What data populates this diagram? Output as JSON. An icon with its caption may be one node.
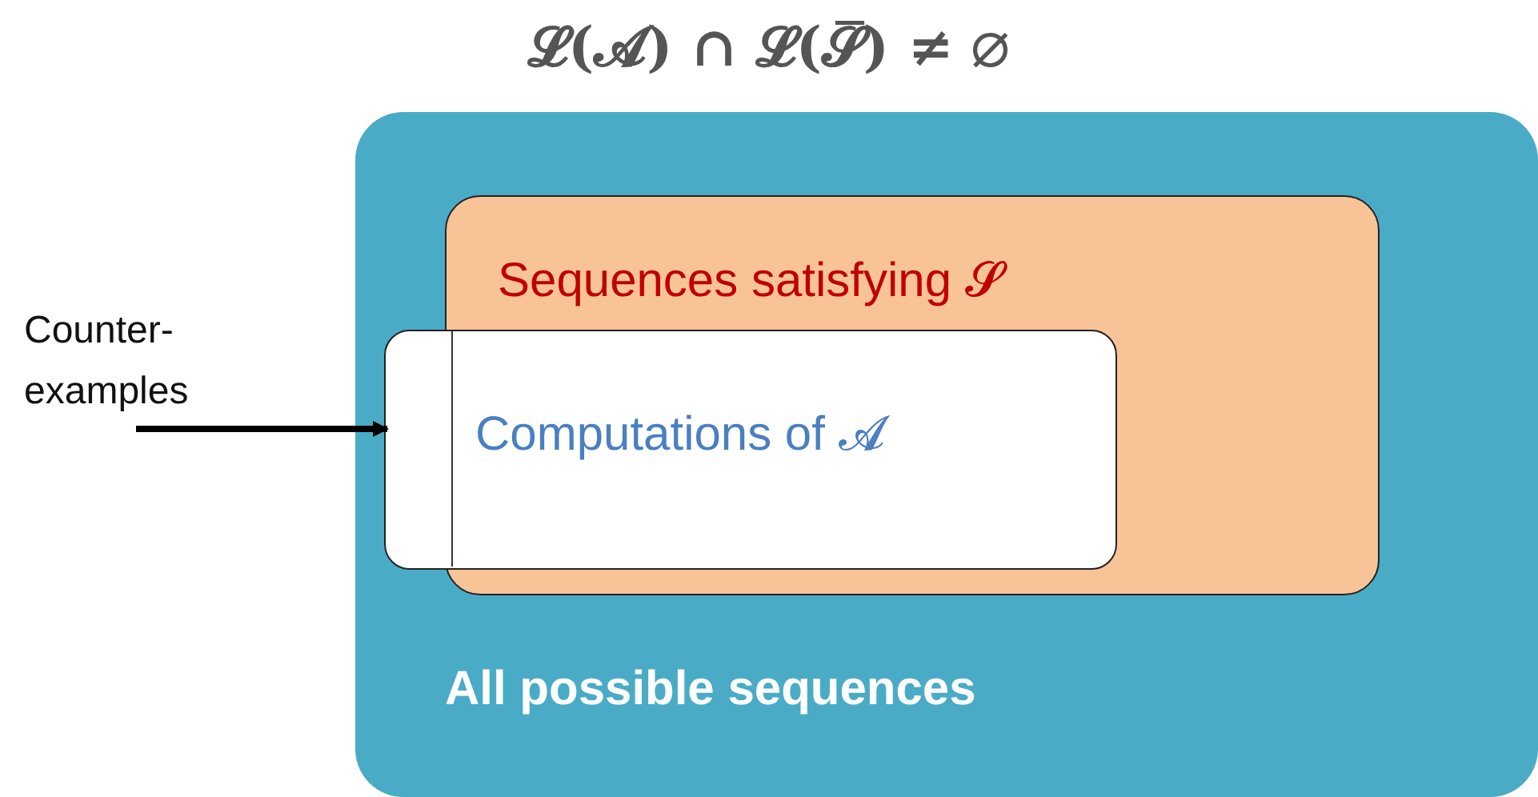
{
  "diagram": {
    "title": "𝓛(𝓐) ∩ 𝓛(𝓢̅) ≠ ∅",
    "nodes": [
      {
        "text": [
          "All possible sequences"
        ]
      },
      {
        "text": [
          "Sequences satisfying 𝓢"
        ],
        "in": 0
      },
      {
        "text": [
          "Computations of 𝓐"
        ],
        "in": 0
      },
      {
        "text": [
          "Counter-examples"
        ]
      },
      {
        "text": [],
        "shape": "box",
        "in": 2
      }
    ],
    "edges": [
      {
        "from": 3,
        "to": 4,
        "arrow": "to"
      }
    ]
  }
}
